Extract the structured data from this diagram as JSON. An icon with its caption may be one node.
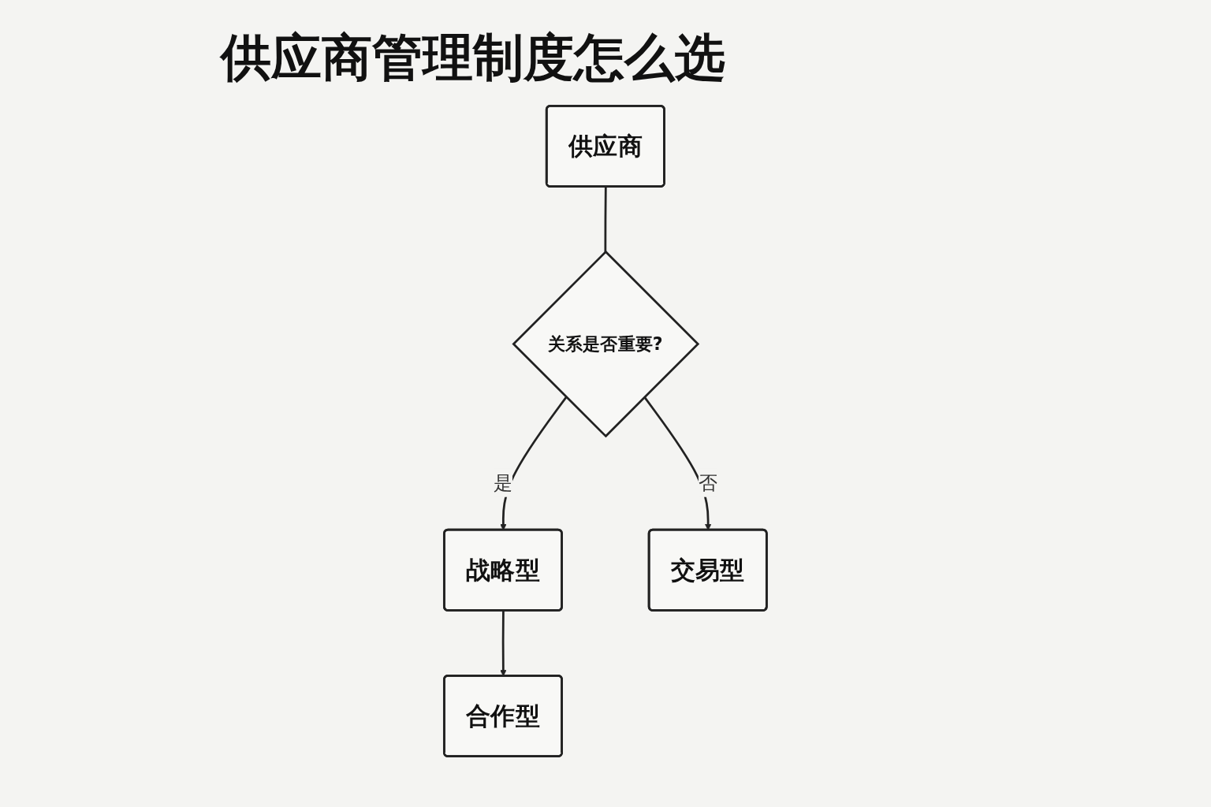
{
  "diagram": {
    "title": "供应商管理制度怎么选",
    "nodes": [
      {
        "text": [
          "供应商"
        ]
      },
      {
        "text": [
          "关系是否重要?"
        ]
      },
      {
        "text": [
          "战略型"
        ]
      },
      {
        "text": [
          "交易型"
        ]
      },
      {
        "text": [
          "合作型"
        ]
      }
    ],
    "edges": [
      {
        "from": 0,
        "to": 1,
        "arrow": "none"
      },
      {
        "from": 1,
        "to": 2,
        "arrow": "to",
        "label": "是"
      },
      {
        "from": 1,
        "to": 3,
        "arrow": "to",
        "label": "否"
      },
      {
        "from": 2,
        "to": 4,
        "arrow": "to"
      }
    ]
  }
}
